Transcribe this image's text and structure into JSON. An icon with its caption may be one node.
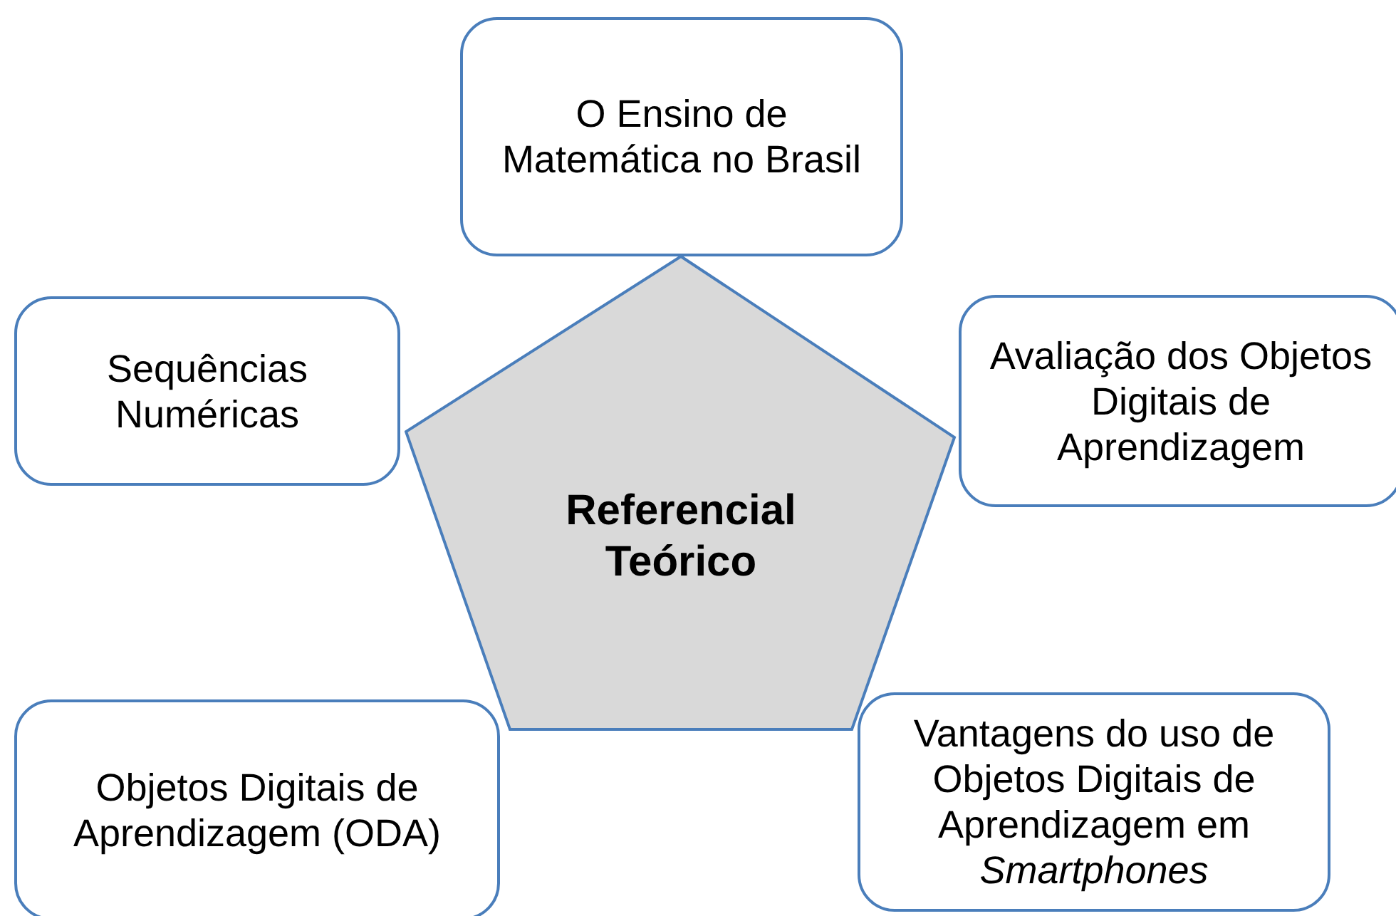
{
  "diagram": {
    "nodes": [
      {
        "text": [
          "O Ensino de Matemática no Brasil"
        ]
      },
      {
        "text": [
          "Sequências Numéricas"
        ]
      },
      {
        "text": [
          "Avaliação dos Objetos Digitais de Aprendizagem"
        ]
      },
      {
        "text": [
          "Referencial Teórico"
        ]
      },
      {
        "text": [
          "Objetos Digitais de Aprendizagem (ODA)"
        ]
      },
      {
        "text": [
          "Vantagens do uso de Objetos Digitais de Aprendizagem em *Smartphones*"
        ]
      }
    ]
  }
}
